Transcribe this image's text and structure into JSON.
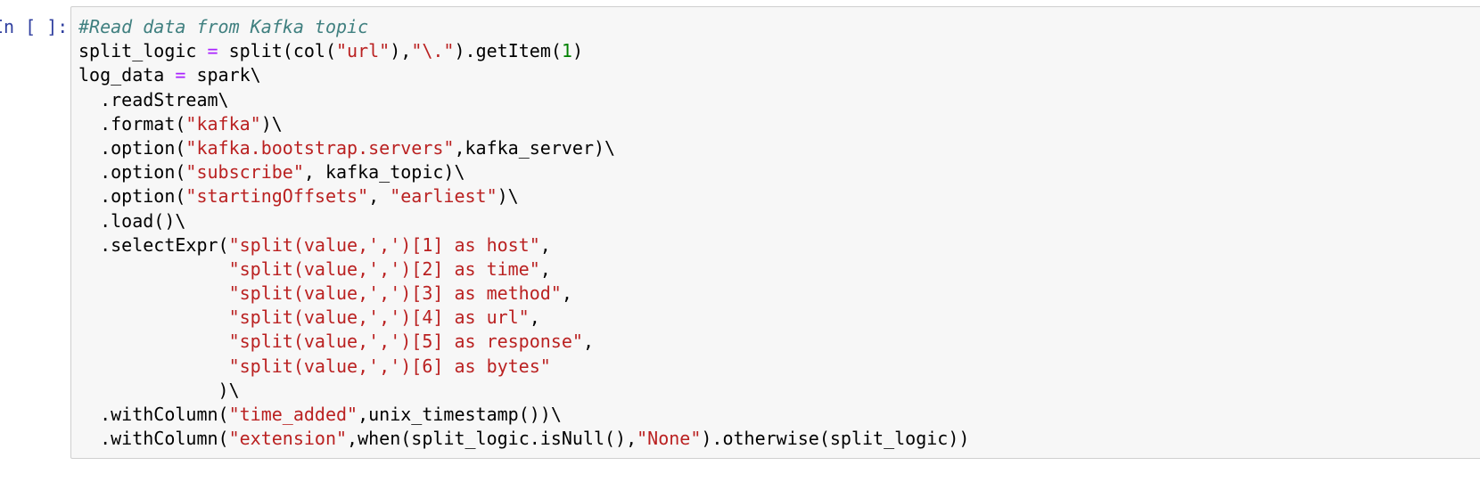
{
  "cell": {
    "prompt": "In [ ]:",
    "lines": [
      [
        {
          "t": "comment",
          "v": "#Read data from Kafka topic"
        }
      ],
      [
        {
          "t": "plain",
          "v": "split_logic "
        },
        {
          "t": "op",
          "v": "="
        },
        {
          "t": "plain",
          "v": " split(col("
        },
        {
          "t": "string",
          "v": "\"url\""
        },
        {
          "t": "plain",
          "v": "),"
        },
        {
          "t": "string",
          "v": "\"\\.\""
        },
        {
          "t": "plain",
          "v": ").getItem("
        },
        {
          "t": "num",
          "v": "1"
        },
        {
          "t": "plain",
          "v": ")"
        }
      ],
      [
        {
          "t": "plain",
          "v": "log_data "
        },
        {
          "t": "op",
          "v": "="
        },
        {
          "t": "plain",
          "v": " spark\\"
        }
      ],
      [
        {
          "t": "plain",
          "v": "  .readStream\\"
        }
      ],
      [
        {
          "t": "plain",
          "v": "  .format("
        },
        {
          "t": "string",
          "v": "\"kafka\""
        },
        {
          "t": "plain",
          "v": ")\\"
        }
      ],
      [
        {
          "t": "plain",
          "v": "  .option("
        },
        {
          "t": "string",
          "v": "\"kafka.bootstrap.servers\""
        },
        {
          "t": "plain",
          "v": ",kafka_server)\\"
        }
      ],
      [
        {
          "t": "plain",
          "v": "  .option("
        },
        {
          "t": "string",
          "v": "\"subscribe\""
        },
        {
          "t": "plain",
          "v": ", kafka_topic)\\"
        }
      ],
      [
        {
          "t": "plain",
          "v": "  .option("
        },
        {
          "t": "string",
          "v": "\"startingOffsets\""
        },
        {
          "t": "plain",
          "v": ", "
        },
        {
          "t": "string",
          "v": "\"earliest\""
        },
        {
          "t": "plain",
          "v": ")\\"
        }
      ],
      [
        {
          "t": "plain",
          "v": "  .load()\\"
        }
      ],
      [
        {
          "t": "plain",
          "v": "  .selectExpr("
        },
        {
          "t": "string",
          "v": "\"split(value,',')[1] as host\""
        },
        {
          "t": "plain",
          "v": ","
        }
      ],
      [
        {
          "t": "plain",
          "v": "              "
        },
        {
          "t": "string",
          "v": "\"split(value,',')[2] as time\""
        },
        {
          "t": "plain",
          "v": ","
        }
      ],
      [
        {
          "t": "plain",
          "v": "              "
        },
        {
          "t": "string",
          "v": "\"split(value,',')[3] as method\""
        },
        {
          "t": "plain",
          "v": ","
        }
      ],
      [
        {
          "t": "plain",
          "v": "              "
        },
        {
          "t": "string",
          "v": "\"split(value,',')[4] as url\""
        },
        {
          "t": "plain",
          "v": ","
        }
      ],
      [
        {
          "t": "plain",
          "v": "              "
        },
        {
          "t": "string",
          "v": "\"split(value,',')[5] as response\""
        },
        {
          "t": "plain",
          "v": ","
        }
      ],
      [
        {
          "t": "plain",
          "v": "              "
        },
        {
          "t": "string",
          "v": "\"split(value,',')[6] as bytes\""
        }
      ],
      [
        {
          "t": "plain",
          "v": "             )\\"
        }
      ],
      [
        {
          "t": "plain",
          "v": "  .withColumn("
        },
        {
          "t": "string",
          "v": "\"time_added\""
        },
        {
          "t": "plain",
          "v": ",unix_timestamp())\\"
        }
      ],
      [
        {
          "t": "plain",
          "v": "  .withColumn("
        },
        {
          "t": "string",
          "v": "\"extension\""
        },
        {
          "t": "plain",
          "v": ",when(split_logic.isNull(),"
        },
        {
          "t": "string",
          "v": "\"None\""
        },
        {
          "t": "plain",
          "v": ").otherwise(split_logic))"
        }
      ]
    ]
  },
  "colors": {
    "comment": "#408080",
    "string": "#ba2121",
    "operator": "#aa22ff",
    "number": "#008000",
    "prompt": "#303f9f",
    "cell_background": "#f7f7f7",
    "cell_border": "#cfcfcf"
  }
}
